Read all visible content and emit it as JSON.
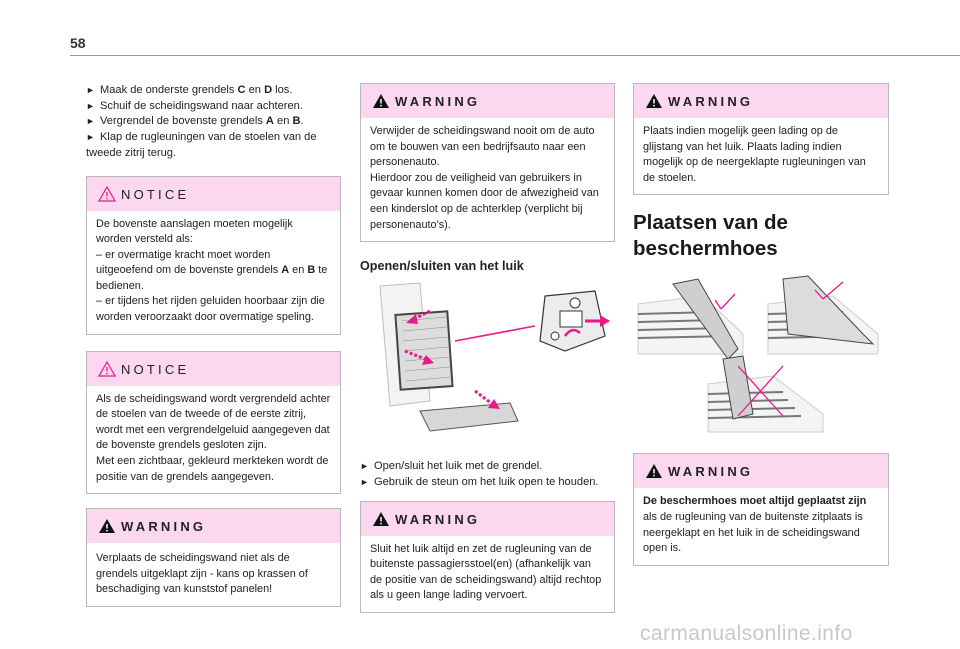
{
  "page": {
    "number": "58"
  },
  "col1": {
    "steps": [
      {
        "parts": [
          "Maak de onderste grendels ",
          "C",
          " en ",
          "D",
          " los."
        ]
      },
      {
        "parts": [
          "Schuif de scheidingswand naar achteren.",
          "",
          "",
          "",
          ""
        ]
      },
      {
        "parts": [
          "Vergrendel de bovenste grendels ",
          "A",
          " en ",
          "B",
          "."
        ]
      },
      {
        "parts": [
          "Klap de rugleuningen van de stoelen van de tweede zitrij terug.",
          "",
          "",
          "",
          ""
        ]
      }
    ],
    "notice1": {
      "title": "NOTICE",
      "l1": "De bovenste aanslagen moeten mogelijk",
      "l2": "worden versteld als:",
      "l3": "– er overmatige kracht moet worden",
      "l4a": "uitgeoefend om de bovenste grendels ",
      "l4b": "A",
      "l4c": " en ",
      "l4d": "B",
      "l4e": " te",
      "l5": "bedienen.",
      "l6": "– er tijdens het rijden geluiden hoorbaar zijn die",
      "l7": "worden veroorzaakt door overmatige speling."
    },
    "notice2": {
      "title": "NOTICE",
      "text": "Als de scheidingswand wordt vergrendeld achter de stoelen van de tweede of de eerste zitrij, wordt met een vergrendelgeluid aangegeven dat de bovenste grendels gesloten zijn.",
      "text2": "Met een zichtbaar, gekleurd merkteken wordt de positie van de grendels aangegeven."
    },
    "warning1": {
      "title": "WARNING",
      "text": "Verplaats de scheidingswand niet als de grendels uitgeklapt zijn - kans op krassen of beschadiging van kunststof panelen!"
    }
  },
  "col2": {
    "warning1": {
      "title": "WARNING",
      "text": "Verwijder de scheidingswand nooit om de auto om te bouwen van een bedrijfsauto naar een personenauto.",
      "text2": "Hierdoor zou de veiligheid van gebruikers in gevaar kunnen komen door de afwezigheid van een kinderslot op de achterklep (verplicht bij personenauto's)."
    },
    "subhead": "Openen/sluiten van het luik",
    "steps": [
      "Open/sluit het luik met de grendel.",
      "Gebruik de steun om het luik open te houden."
    ],
    "warning2": {
      "title": "WARNING",
      "text": "Sluit het luik altijd en zet de rugleuning van de buitenste passagiersstoel(en) (afhankelijk van de positie van de scheidingswand) altijd rechtop als u geen lange lading vervoert."
    }
  },
  "col3": {
    "warning1": {
      "title": "WARNING",
      "text": "Plaats indien mogelijk geen lading op de glijstang van het luik. Plaats lading indien mogelijk op de neergeklapte rugleuningen van de stoelen."
    },
    "heading_l1": "Plaatsen van de",
    "heading_l2": "beschermhoes",
    "warning2": {
      "title": "WARNING",
      "bold": "De beschermhoes moet altijd geplaatst zijn",
      "text": " als de rugleuning van de buitenste zitplaats is neergeklapt en het luik in de scheidingswand open is."
    }
  },
  "watermark": "carmanualsonline.info",
  "colors": {
    "box_header": "#fbd8ef",
    "accent_magenta": "#e9198a",
    "border": "#b9b9b9"
  }
}
